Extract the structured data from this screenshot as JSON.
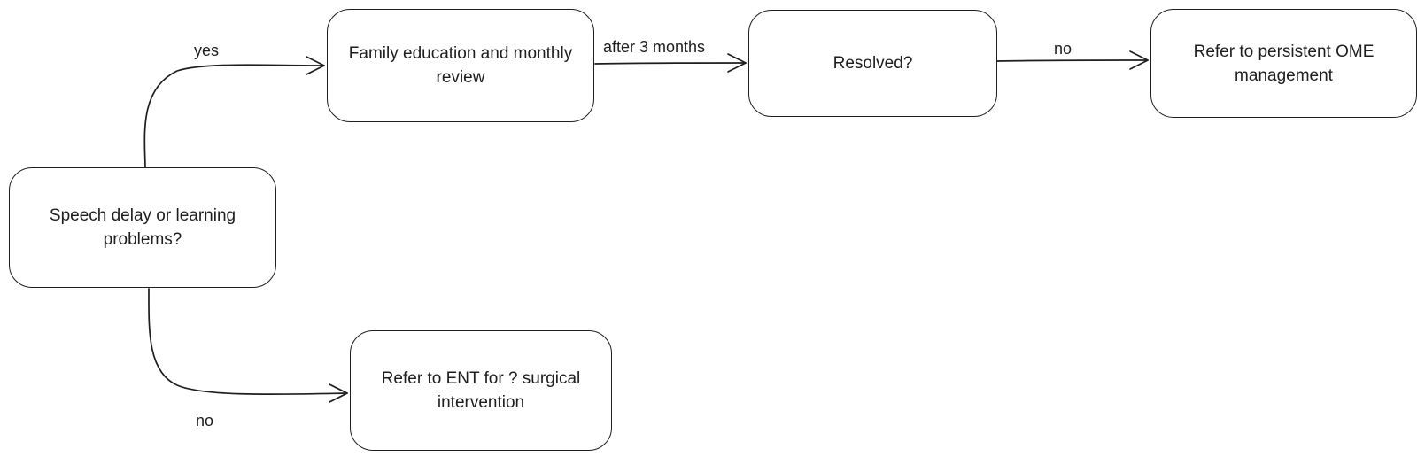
{
  "nodes": {
    "speech_delay": "Speech delay or learning problems?",
    "family_education": "Family education and monthly review",
    "resolved": "Resolved?",
    "refer_ome": "Refer to persistent OME management",
    "refer_ent": "Refer to ENT for ? surgical intervention"
  },
  "edges": {
    "speech_to_family": "yes",
    "family_to_resolved": "after 3 months",
    "resolved_to_ome": "no",
    "speech_to_ent": "no"
  }
}
